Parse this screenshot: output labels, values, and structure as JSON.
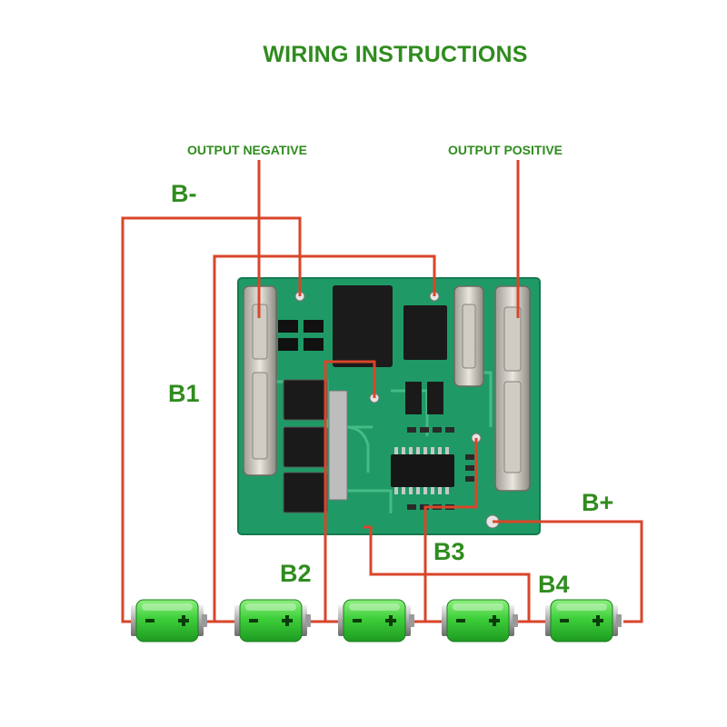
{
  "title": "WIRING INSTRUCTIONS",
  "labels": {
    "output_negative": "OUTPUT NEGATIVE",
    "output_positive": "OUTPUT POSITIVE",
    "b_minus": "B-",
    "b1": "B1",
    "b2": "B2",
    "b3": "B3",
    "b4": "B4",
    "b_plus": "B+"
  },
  "colors": {
    "title_green": "#2f8c1e",
    "wire": "#d9452b",
    "pcb": "#1f9a66",
    "pcb_dark": "#157a4f",
    "battery_green": "#3ecf3a",
    "terminal_metal": "#c9c9c9"
  },
  "cells": [
    {
      "name": "cell-1"
    },
    {
      "name": "cell-2"
    },
    {
      "name": "cell-3"
    },
    {
      "name": "cell-4"
    },
    {
      "name": "cell-5"
    }
  ]
}
